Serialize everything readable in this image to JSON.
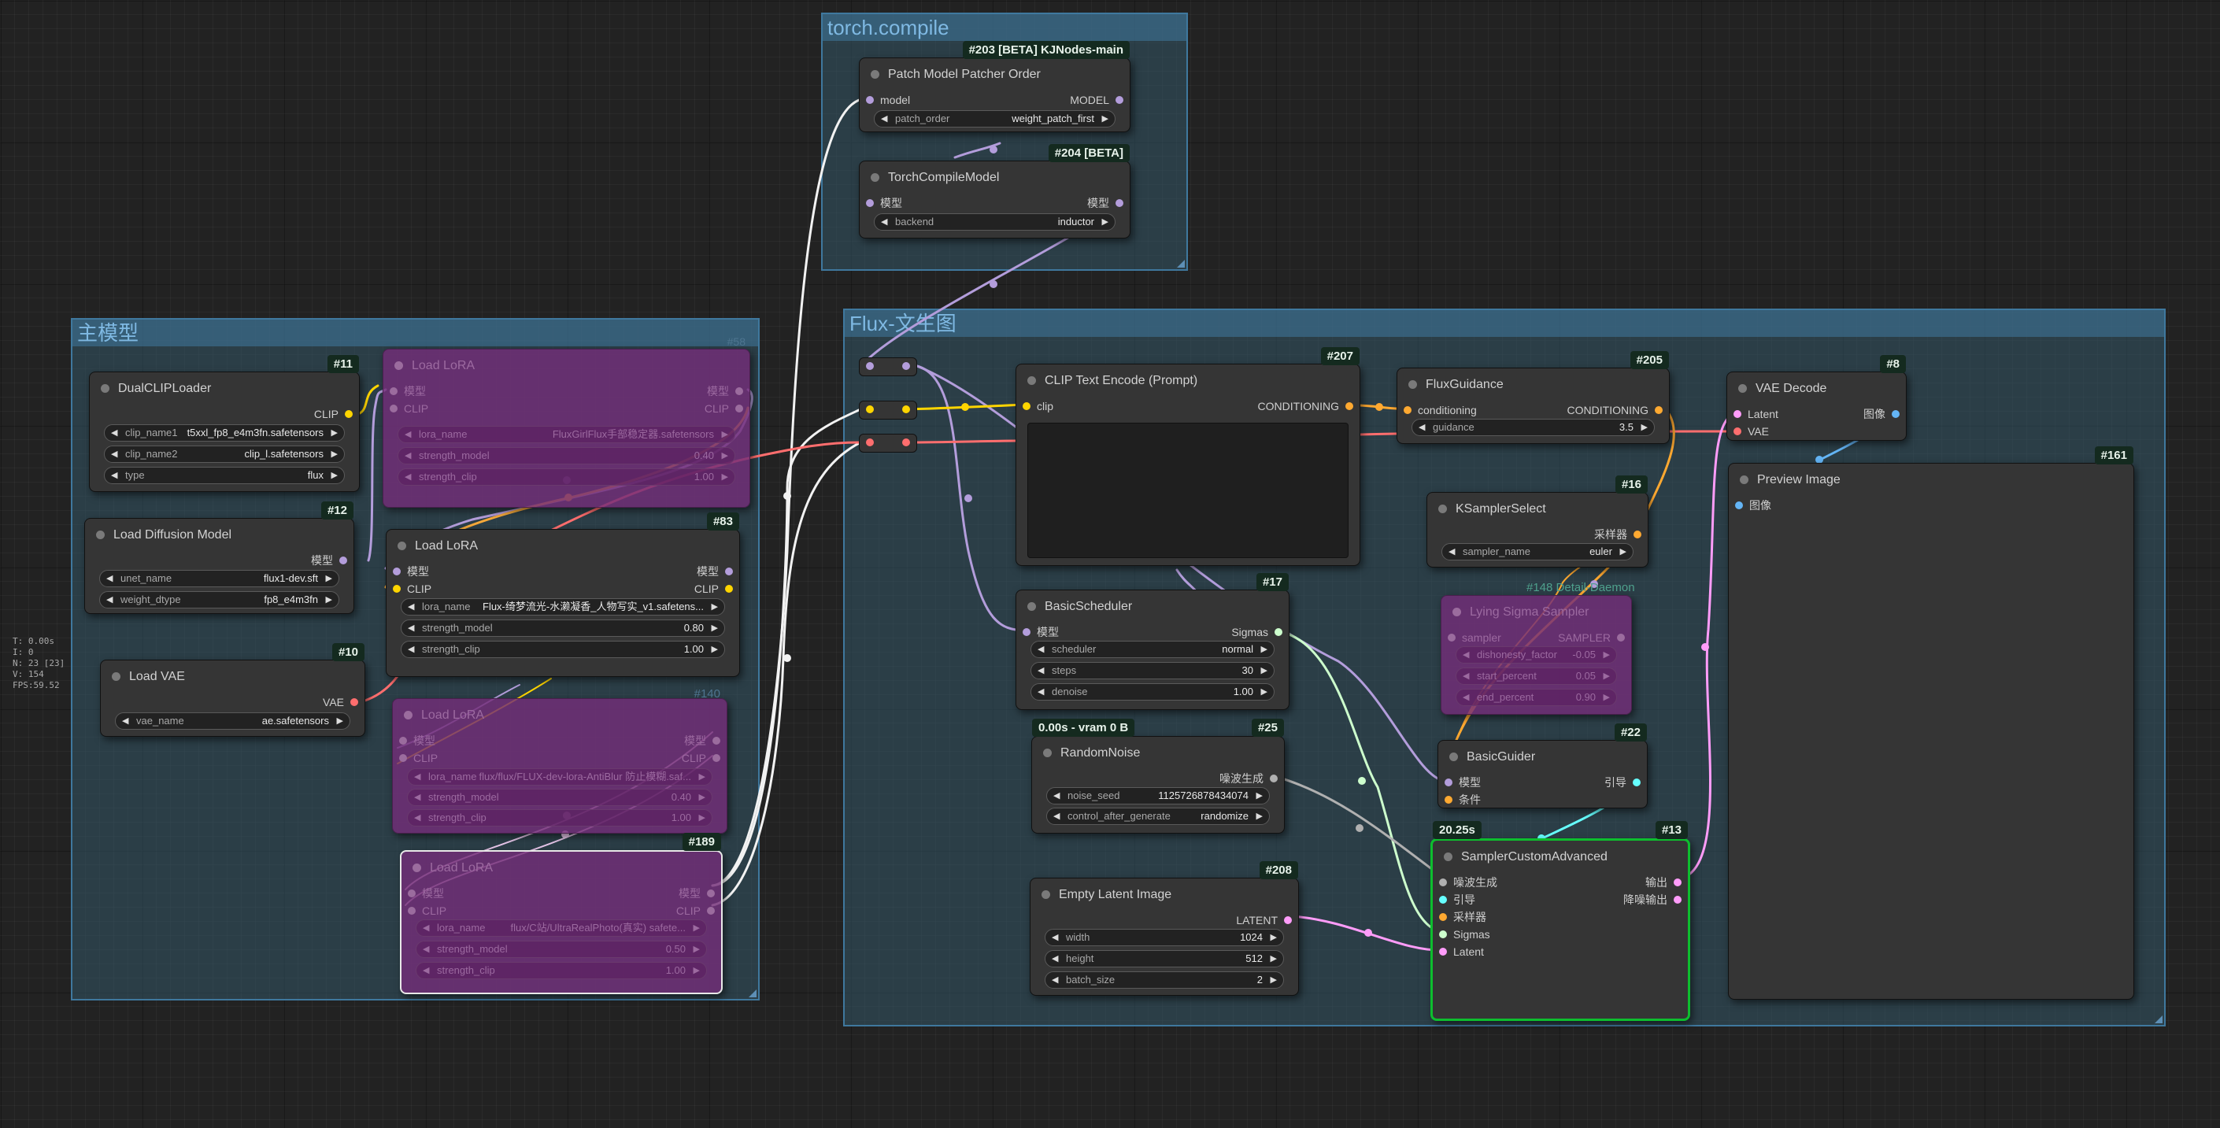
{
  "stats": {
    "time": "T: 0.00s",
    "iteration": "I: 0",
    "nodes": "N: 23 [23]",
    "vertices": "V: 154",
    "fps": "FPS:59.52"
  },
  "groups": {
    "torch": {
      "title": "torch.compile"
    },
    "main": {
      "title": "主模型",
      "id": "#58"
    },
    "flux": {
      "title": "Flux-文生图"
    }
  },
  "colors": {
    "model": "#b39ddb",
    "clip": "#ffd500",
    "vae": "#ff6e6e",
    "conditioning": "#ffa931",
    "latent": "#ff9cf9",
    "sigmas": "#cdffcd",
    "image": "#64b5f6",
    "guider": "#66ffff",
    "noise": "#b0b0b0",
    "running": "#0dbe2e"
  },
  "nodes": {
    "patch_order": {
      "id": "#203 [BETA] KJNodes-main",
      "title": "Patch Model Patcher Order",
      "in": "model",
      "out": "MODEL",
      "w1_label": "patch_order",
      "w1_value": "weight_patch_first"
    },
    "torch_compile": {
      "id": "#204 [BETA]",
      "title": "TorchCompileModel",
      "in": "模型",
      "out": "模型",
      "w1_label": "backend",
      "w1_value": "inductor"
    },
    "dual_clip": {
      "id": "#11",
      "title": "DualCLIPLoader",
      "out": "CLIP",
      "w1_label": "clip_name1",
      "w1_value": "t5xxl_fp8_e4m3fn.safetensors",
      "w2_label": "clip_name2",
      "w2_value": "clip_l.safetensors",
      "w3_label": "type",
      "w3_value": "flux"
    },
    "load_diffusion": {
      "id": "#12",
      "title": "Load Diffusion Model",
      "out": "模型",
      "w1_label": "unet_name",
      "w1_value": "flux1-dev.sft",
      "w2_label": "weight_dtype",
      "w2_value": "fp8_e4m3fn"
    },
    "load_vae": {
      "id": "#10",
      "title": "Load VAE",
      "out": "VAE",
      "w1_label": "vae_name",
      "w1_value": "ae.safetensors"
    },
    "lora_bypass1": {
      "title": "Load LoRA",
      "in1": "模型",
      "in2": "CLIP",
      "out1": "模型",
      "out2": "CLIP",
      "w1_label": "lora_name",
      "w1_value": "FluxGirlFlux手部稳定器.safetensors",
      "w2_label": "strength_model",
      "w2_value": "0.40",
      "w3_label": "strength_clip",
      "w3_value": "1.00"
    },
    "lora83": {
      "id": "#83",
      "title": "Load LoRA",
      "in1": "模型",
      "in2": "CLIP",
      "out1": "模型",
      "out2": "CLIP",
      "w1_label": "lora_name",
      "w1_value": "Flux-绮梦流光-水濑凝香_人物写实_v1.safetens...",
      "w2_label": "strength_model",
      "w2_value": "0.80",
      "w3_label": "strength_clip",
      "w3_value": "1.00"
    },
    "lora140": {
      "id": "#140",
      "title": "Load LoRA",
      "in1": "模型",
      "in2": "CLIP",
      "out1": "模型",
      "out2": "CLIP",
      "w1_label": "lora_name",
      "w1_value": "flux/flux/FLUX-dev-lora-AntiBlur 防止模糊.saf...",
      "w2_label": "strength_model",
      "w2_value": "0.40",
      "w3_label": "strength_clip",
      "w3_value": "1.00"
    },
    "lora189": {
      "id": "#189",
      "title": "Load LoRA",
      "in1": "模型",
      "in2": "CLIP",
      "out1": "模型",
      "out2": "CLIP",
      "w1_label": "lora_name",
      "w1_value": "flux/C站/UltraRealPhoto(真实) safete...",
      "w2_label": "strength_model",
      "w2_value": "0.50",
      "w3_label": "strength_clip",
      "w3_value": "1.00"
    },
    "clip_text": {
      "id": "#207",
      "title": "CLIP Text Encode (Prompt)",
      "in": "clip",
      "out": "CONDITIONING",
      "prompt": ""
    },
    "flux_guidance": {
      "id": "#205",
      "title": "FluxGuidance",
      "in": "conditioning",
      "out": "CONDITIONING",
      "w1_label": "guidance",
      "w1_value": "3.5"
    },
    "vae_decode": {
      "id": "#8",
      "title": "VAE Decode",
      "in1": "Latent",
      "in2": "VAE",
      "out": "图像"
    },
    "preview": {
      "id": "#161",
      "title": "Preview Image",
      "in": "图像"
    },
    "ksampler_select": {
      "id": "#16",
      "title": "KSamplerSelect",
      "out": "采样器",
      "w1_label": "sampler_name",
      "w1_value": "euler"
    },
    "lying_sigma": {
      "id": "#148 Detail-Daemon",
      "title": "Lying Sigma Sampler",
      "in": "sampler",
      "out": "SAMPLER",
      "w1_label": "dishonesty_factor",
      "w1_value": "-0.05",
      "w2_label": "start_percent",
      "w2_value": "0.05",
      "w3_label": "end_percent",
      "w3_value": "0.90"
    },
    "basic_scheduler": {
      "id": "#17",
      "title": "BasicScheduler",
      "in": "模型",
      "out": "Sigmas",
      "w1_label": "scheduler",
      "w1_value": "normal",
      "w2_label": "steps",
      "w2_value": "30",
      "w3_label": "denoise",
      "w3_value": "1.00"
    },
    "random_noise": {
      "id": "#25",
      "badge": "0.00s - vram 0 B",
      "title": "RandomNoise",
      "out": "噪波生成",
      "w1_label": "noise_seed",
      "w1_value": "1125726878434074",
      "w2_label": "control_after_generate",
      "w2_value": "randomize"
    },
    "basic_guider": {
      "id": "#22",
      "title": "BasicGuider",
      "in1": "模型",
      "in2": "条件",
      "out": "引导"
    },
    "empty_latent": {
      "id": "#208",
      "title": "Empty Latent Image",
      "out": "LATENT",
      "w1_label": "width",
      "w1_value": "1024",
      "w2_label": "height",
      "w2_value": "512",
      "w3_label": "batch_size",
      "w3_value": "2"
    },
    "sampler_custom": {
      "id": "#13",
      "badge": "20.25s",
      "title": "SamplerCustomAdvanced",
      "in1": "噪波生成",
      "in2": "引导",
      "in3": "采样器",
      "in4": "Sigmas",
      "in5": "Latent",
      "out1": "输出",
      "out2": "降噪输出"
    }
  }
}
